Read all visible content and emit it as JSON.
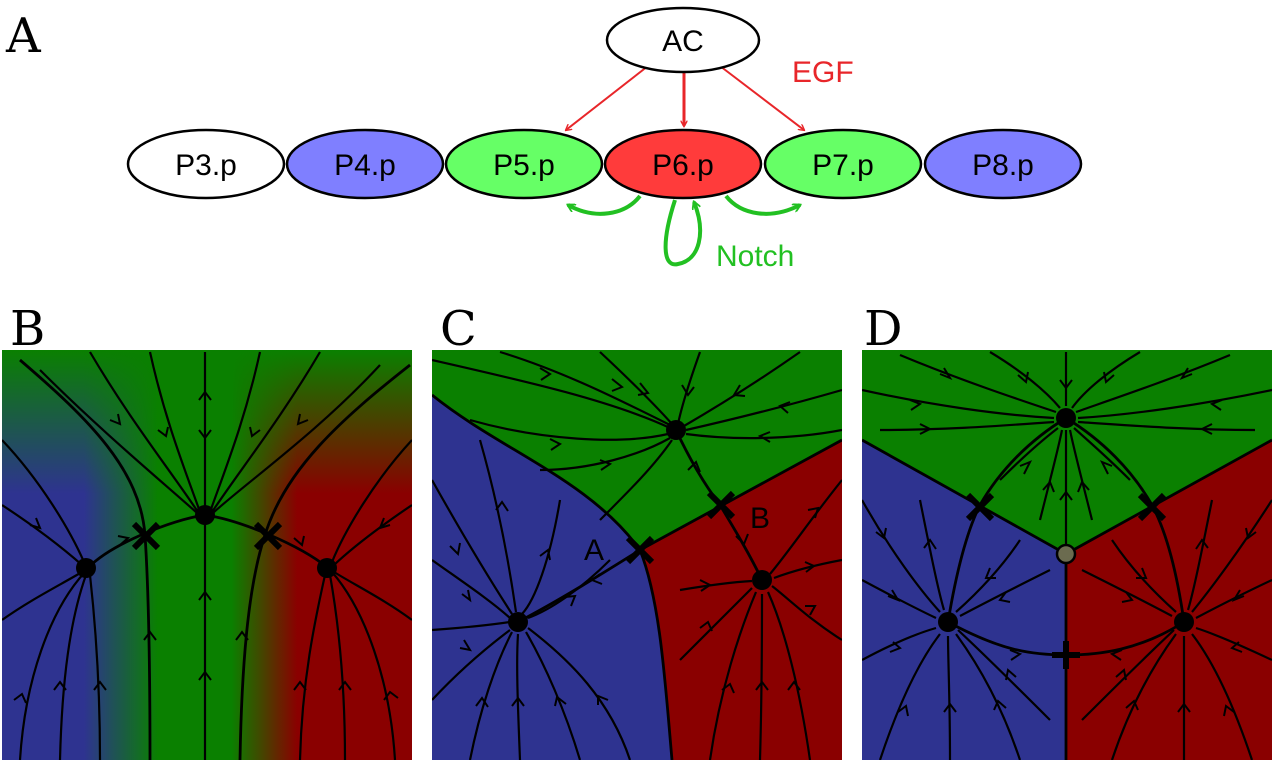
{
  "panel_labels": {
    "a": "A",
    "b": "B",
    "c": "C",
    "d": "D"
  },
  "panel_a": {
    "anchor_cell": {
      "label": "AC",
      "color": "#ffffff"
    },
    "cells": [
      {
        "label": "P3.p",
        "color": "#ffffff"
      },
      {
        "label": "P4.p",
        "color": "#7f7fff"
      },
      {
        "label": "P5.p",
        "color": "#66ff66"
      },
      {
        "label": "P6.p",
        "color": "#ff3b3b"
      },
      {
        "label": "P7.p",
        "color": "#66ff66"
      },
      {
        "label": "P8.p",
        "color": "#7f7fff"
      }
    ],
    "egf_label": "EGF",
    "egf_color": "#e8262a",
    "notch_label": "Notch",
    "notch_color": "#22c022"
  },
  "panel_c": {
    "saddle_label_a": "A",
    "saddle_label_b": "B"
  },
  "landscape_colors": {
    "green": "#0a8000",
    "blue": "#2e3390",
    "red": "#8a0000",
    "neutral_point": "#6b6b4f"
  }
}
